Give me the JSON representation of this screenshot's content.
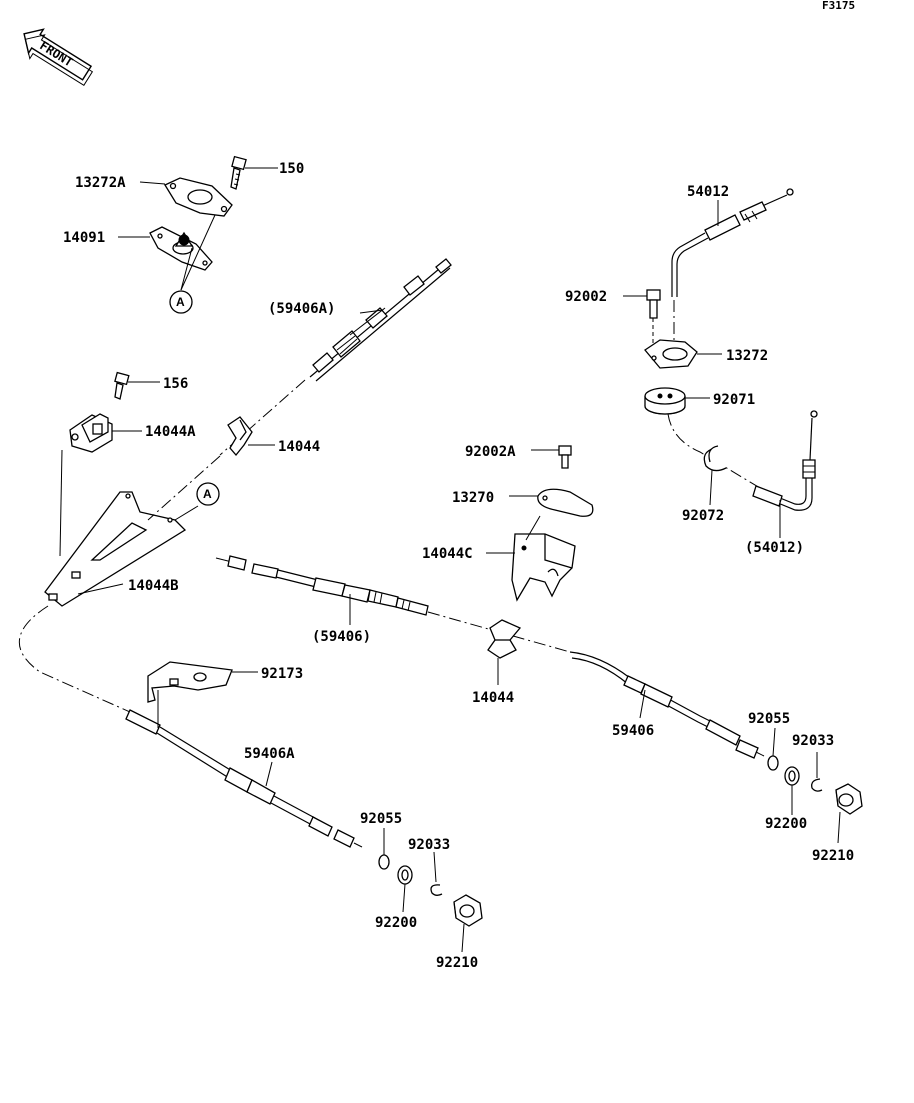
{
  "page_id": "F3175",
  "front_label": "FRONT",
  "ref_marker": "A",
  "labels": {
    "p13272A": "13272A",
    "p150": "150",
    "p14091": "14091",
    "p59406A_paren": "(59406A)",
    "p156": "156",
    "p14044A": "14044A",
    "p14044_top": "14044",
    "p14044B": "14044B",
    "p54012": "54012",
    "p92002": "92002",
    "p13272": "13272",
    "p92071": "92071",
    "p92072": "92072",
    "p54012_paren": "(54012)",
    "p92002A": "92002A",
    "p13270": "13270",
    "p14044C": "14044C",
    "p59406_paren": "(59406)",
    "p14044_mid": "14044",
    "p59406": "59406",
    "p92173": "92173",
    "p59406A": "59406A",
    "p92055_right": "92055",
    "p92033_right": "92033",
    "p92200_right": "92200",
    "p92210_right": "92210",
    "p92055_left": "92055",
    "p92033_left": "92033",
    "p92200_left": "92200",
    "p92210_left": "92210"
  }
}
